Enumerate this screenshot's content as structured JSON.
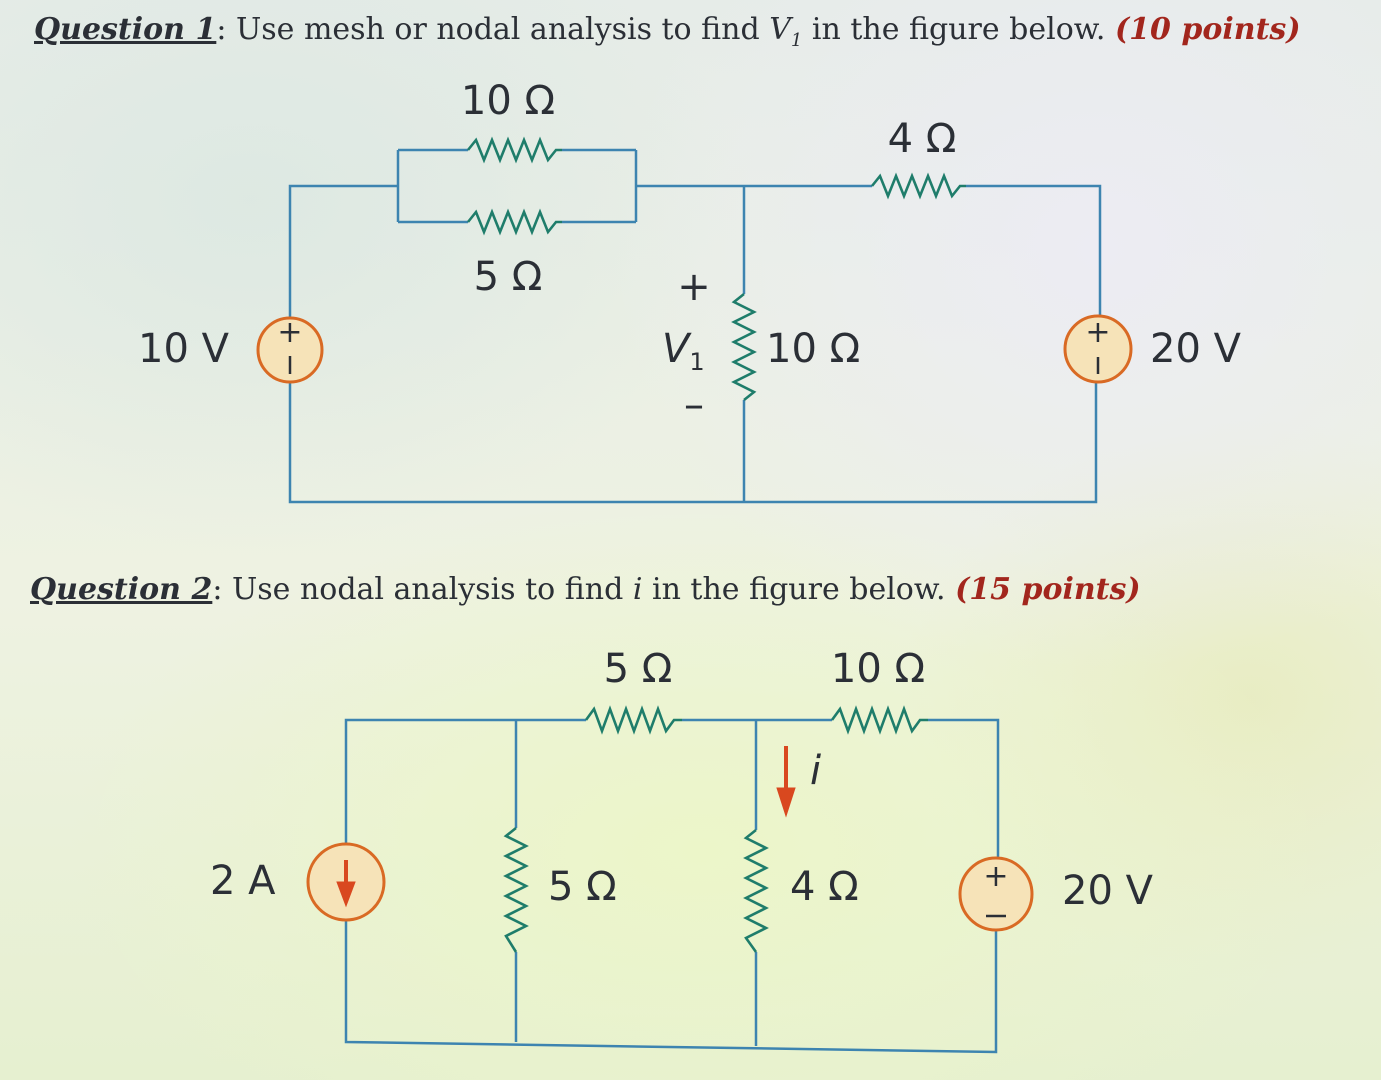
{
  "question1": {
    "label": "Question 1",
    "text_before": ": Use mesh or nodal analysis to find ",
    "var": "V",
    "var_sub": "1",
    "text_after": " in the figure below. ",
    "points": "(10 points)",
    "circuit": {
      "r_top_parallel_upper": "10 Ω",
      "r_top_parallel_lower": "5 Ω",
      "r_top_right": "4 Ω",
      "r_middle": "10 Ω",
      "source_left": "10 V",
      "source_right": "20 V",
      "v1_plus": "+",
      "v1_name": "V",
      "v1_sub": "1",
      "v1_minus": "–"
    }
  },
  "question2": {
    "label": "Question 2",
    "text_before": ": Use nodal analysis to find ",
    "var": "i",
    "text_after": " in the figure below. ",
    "points": "(15 points)",
    "circuit": {
      "r_top_left": "5 Ω",
      "r_top_right": "10 Ω",
      "r_middle_left": "5 Ω",
      "r_middle_right": "4 Ω",
      "current_source": "2 A",
      "voltage_source": "20 V",
      "current_label": "i"
    }
  },
  "colors": {
    "wire": "#3d84b0",
    "resistor": "#1f7d6b",
    "source_fill": "#f6e3b8",
    "source_stroke": "#d96a24",
    "points_text": "#a2261d",
    "arrow": "#d9481f"
  }
}
